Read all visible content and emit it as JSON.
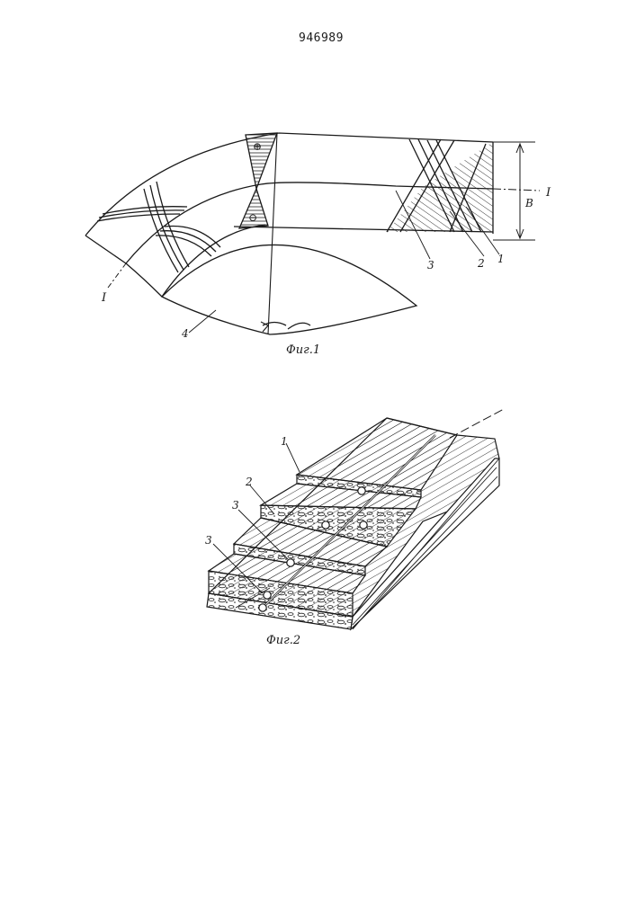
{
  "page_number": "946989",
  "figure1": {
    "caption": "Фиг.1",
    "labels": {
      "part1": "1",
      "part2": "2",
      "part3": "3",
      "part4": "4",
      "width": "B",
      "section_right": "I",
      "section_left": "I"
    },
    "zones": {
      "plus": "⊕",
      "minus": "⊖"
    }
  },
  "figure2": {
    "caption": "Фиг.2",
    "labels": {
      "part1": "1",
      "part2": "2",
      "part3a": "3",
      "part3b": "3"
    }
  }
}
